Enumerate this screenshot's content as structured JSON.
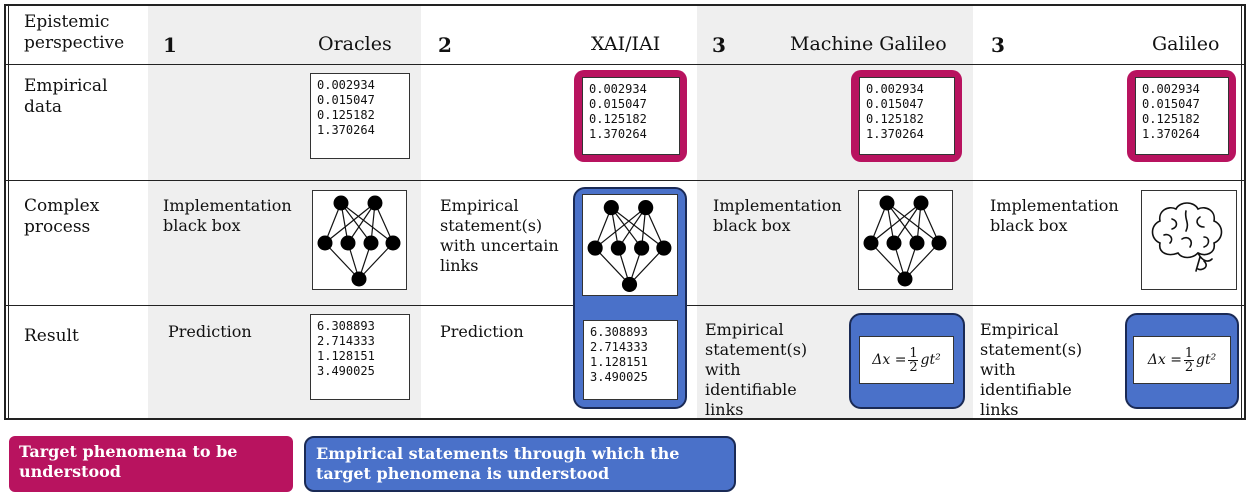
{
  "columns": {
    "perspective_label": "Epistemic perspective",
    "c1": {
      "num": "1",
      "title": "Oracles"
    },
    "c2": {
      "num": "2",
      "title": "XAI/IAI"
    },
    "c3": {
      "num": "3",
      "title": "Machine Galileo"
    },
    "c4": {
      "num": "3",
      "title": "Galileo"
    }
  },
  "rows": {
    "empirical": "Empirical data",
    "complex": "Complex process",
    "result": "Result"
  },
  "empirical_values": [
    "0.002934",
    "0.015047",
    "0.125182",
    "1.370264"
  ],
  "result_values": [
    "6.308893",
    "2.714333",
    "1.128151",
    "3.490025"
  ],
  "complex_text": {
    "c1": "Implementation black box",
    "c2": "Empirical statement(s) with uncertain links",
    "c3": "Implementation black box",
    "c4": "Implementation black box"
  },
  "result_text": {
    "c1": "Prediction",
    "c2": "Prediction",
    "c3": "Empirical statement(s) with identifiable links",
    "c4": "Empirical statement(s) with identifiable links"
  },
  "equation": {
    "lhs": "Δx =",
    "num": "1",
    "den": "2",
    "rhs": "gt²"
  },
  "legend": {
    "target": "Target phenomena to be understood",
    "statements": "Empirical statements through which the target phenomena is understood"
  },
  "colors": {
    "target": "#b8135f",
    "statements": "#4a71c9",
    "shade": "#efefef"
  },
  "icons": {
    "network": "neural-network-icon",
    "brain": "brain-icon"
  }
}
